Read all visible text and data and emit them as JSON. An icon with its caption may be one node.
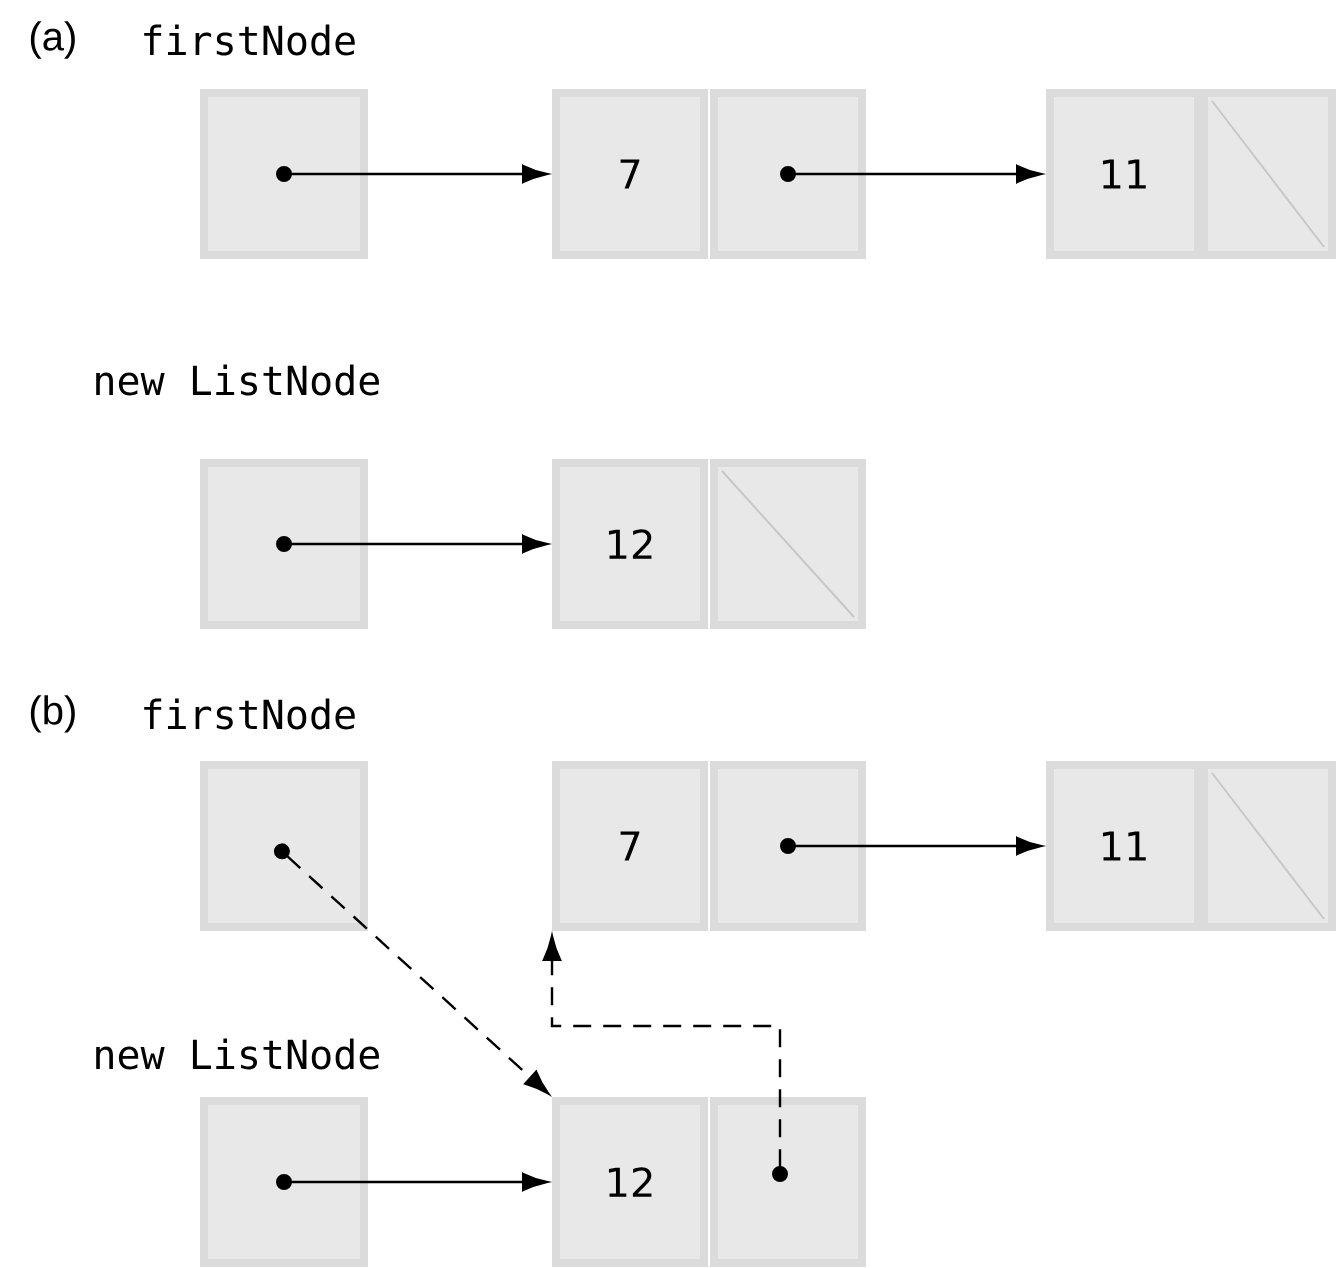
{
  "diagram": {
    "nodes": [
      {
        "text": [],
        "shape": "box",
        "beside": [
          "firstNode"
        ]
      },
      {
        "text": [
          "7"
        ]
      },
      {
        "text": [],
        "shape": "box"
      },
      {
        "text": [
          "11"
        ]
      },
      {
        "text": [],
        "shape": "box"
      },
      {
        "text": [],
        "shape": "box",
        "beside": [
          "new ListNode"
        ]
      },
      {
        "text": [
          "12"
        ]
      },
      {
        "text": [],
        "shape": "box"
      },
      {
        "text": [],
        "shape": "box",
        "beside": [
          "firstNode"
        ]
      },
      {
        "text": [
          "7"
        ]
      },
      {
        "text": [],
        "shape": "box"
      },
      {
        "text": [
          "11"
        ]
      },
      {
        "text": [],
        "shape": "box"
      },
      {
        "text": [],
        "shape": "box",
        "beside": [
          "new ListNode"
        ]
      },
      {
        "text": [
          "12"
        ]
      },
      {
        "text": [],
        "shape": "box"
      }
    ],
    "edges": [
      {
        "from": 0,
        "to": 1,
        "arrow": "to"
      },
      {
        "from": 2,
        "to": 3,
        "arrow": "to"
      },
      {
        "from": 5,
        "to": 6,
        "arrow": "to"
      },
      {
        "from": 8,
        "to": 14,
        "arrow": "to",
        "style": "dashed"
      },
      {
        "from": 10,
        "to": 11,
        "arrow": "to"
      },
      {
        "from": 13,
        "to": 14,
        "arrow": "to"
      },
      {
        "from": 15,
        "to": 9,
        "arrow": "to",
        "style": "dashed"
      }
    ],
    "labels": [
      "(a)",
      "(b)"
    ]
  }
}
